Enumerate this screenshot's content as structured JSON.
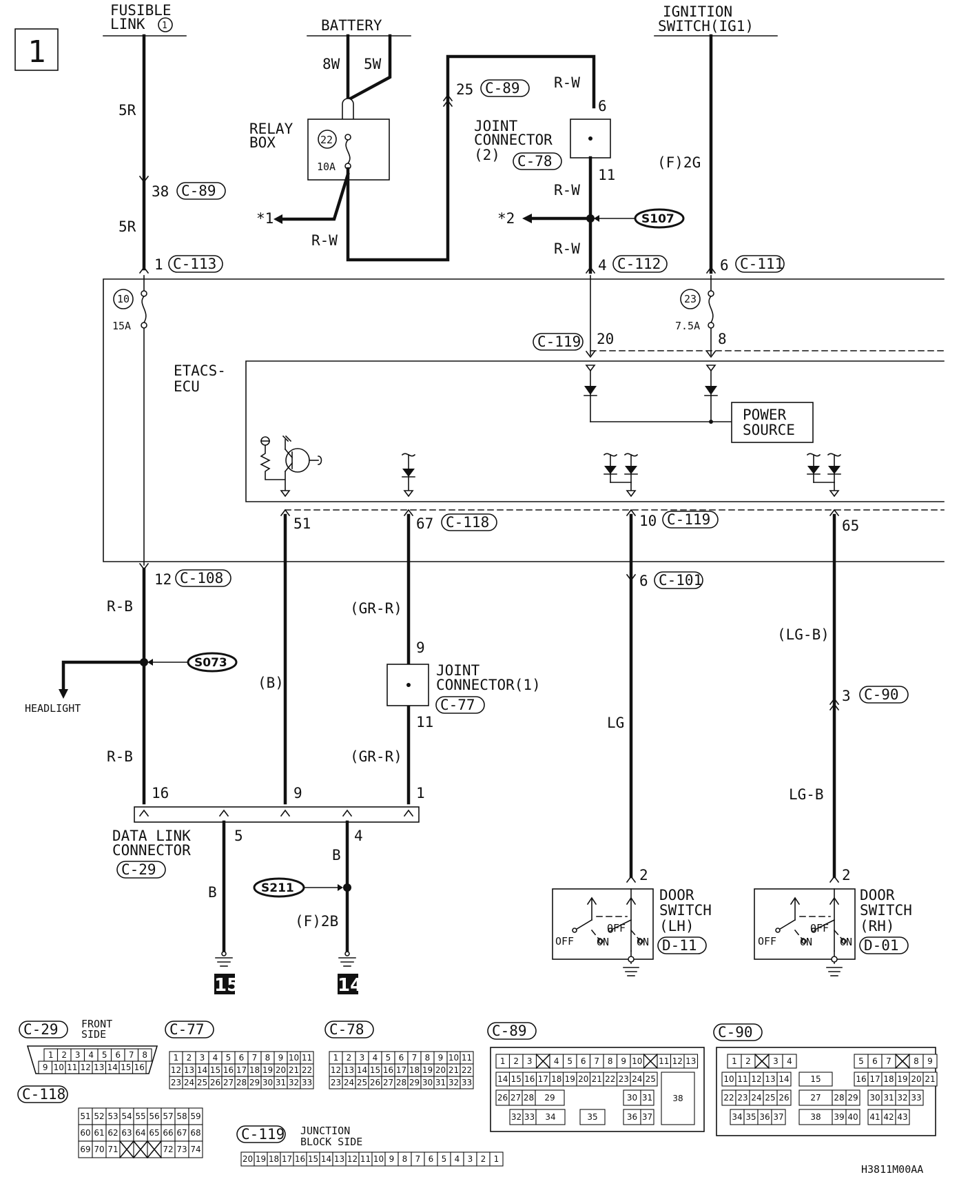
{
  "page_number": "1",
  "footer_code": "H3811M00AA",
  "sources": {
    "fusible_link": [
      "FUSIBLE",
      "LINK",
      "1"
    ],
    "battery": "BATTERY",
    "ignition": [
      "IGNITION",
      "SWITCH(IG1)"
    ]
  },
  "wire_colors": {
    "w8": "8W",
    "w5": "5W",
    "r5_top": "5R",
    "r5_mid": "5R",
    "rw_relay": "R-W",
    "rw_top": "R-W",
    "rw_mid": "R-W",
    "rw_low": "R-W",
    "f2g": "(F)2G",
    "rb_top": "R-B",
    "rb_low": "R-B",
    "b_51": "(B)",
    "grr_top": "(GR-R)",
    "grr_low": "(GR-R)",
    "lg": "LG",
    "lgb_top": "(LG-B)",
    "lgb_low": "LG-B",
    "b_5": "B",
    "b_4": "B",
    "f2b": "(F)2B"
  },
  "components": {
    "relay_box": [
      "RELAY",
      "BOX"
    ],
    "relay_fuse_no": "22",
    "relay_fuse_amp": "10A",
    "joint2": [
      "JOINT",
      "CONNECTOR",
      "(2)"
    ],
    "joint1": [
      "JOINT",
      "CONNECTOR(1)"
    ],
    "etacs": [
      "ETACS-",
      "ECU"
    ],
    "power_source": [
      "POWER",
      "SOURCE"
    ],
    "fuse10_no": "10",
    "fuse10_amp": "15A",
    "fuse23_no": "23",
    "fuse23_amp": "7.5A",
    "data_link": [
      "DATA LINK",
      "CONNECTOR"
    ],
    "door_lh": [
      "DOOR",
      "SWITCH",
      "(LH)"
    ],
    "door_rh": [
      "DOOR",
      "SWITCH",
      "(RH)"
    ],
    "switch_off": "OFF",
    "switch_on": "ON",
    "headlight": "HEADLIGHT",
    "arrow1": "*1",
    "arrow2": "*2"
  },
  "pins": {
    "p38": "38",
    "p1": "1",
    "p25": "25",
    "p6a": "6",
    "p11a": "11",
    "p4": "4",
    "p6b": "6",
    "p20": "20",
    "p8": "8",
    "p51": "51",
    "p67": "67",
    "p10": "10",
    "p65": "65",
    "p12": "12",
    "p6c": "6",
    "p9a": "9",
    "p11b": "11",
    "p3": "3",
    "p16": "16",
    "p9b": "9",
    "p1b": "1",
    "p5": "5",
    "p4b": "4",
    "p2a": "2",
    "p2b": "2"
  },
  "connector_refs": {
    "c89a": "C-89",
    "c113": "C-113",
    "c89b": "C-89",
    "c78": "C-78",
    "c112": "C-112",
    "c111": "C-111",
    "c119a": "C-119",
    "c118": "C-118",
    "c119b": "C-119",
    "c108": "C-108",
    "c101": "C-101",
    "c77": "C-77",
    "c90": "C-90",
    "c29": "C-29",
    "d11": "D-11",
    "d01": "D-01"
  },
  "splices": {
    "s107": "S107",
    "s073": "S073",
    "s211": "S211"
  },
  "grounds": {
    "g15": "15",
    "g14": "14"
  },
  "connector_views": {
    "c29": {
      "id": "C-29",
      "side": [
        "FRONT",
        "SIDE"
      ],
      "rows": [
        [
          "1",
          "2",
          "3",
          "4",
          "5",
          "6",
          "7",
          "8"
        ],
        [
          "9",
          "10",
          "11",
          "12",
          "13",
          "14",
          "15",
          "16"
        ]
      ]
    },
    "c77": {
      "id": "C-77",
      "rows": [
        [
          "1",
          "2",
          "3",
          "4",
          "5",
          "6",
          "7",
          "8",
          "9",
          "10",
          "11"
        ],
        [
          "12",
          "13",
          "14",
          "15",
          "16",
          "17",
          "18",
          "19",
          "20",
          "21",
          "22"
        ],
        [
          "23",
          "24",
          "25",
          "26",
          "27",
          "28",
          "29",
          "30",
          "31",
          "32",
          "33"
        ]
      ]
    },
    "c78": {
      "id": "C-78",
      "rows": [
        [
          "1",
          "2",
          "3",
          "4",
          "5",
          "6",
          "7",
          "8",
          "9",
          "10",
          "11"
        ],
        [
          "12",
          "13",
          "14",
          "15",
          "16",
          "17",
          "18",
          "19",
          "20",
          "21",
          "22"
        ],
        [
          "23",
          "24",
          "25",
          "26",
          "27",
          "28",
          "29",
          "30",
          "31",
          "32",
          "33"
        ]
      ]
    },
    "c89": {
      "id": "C-89",
      "row1": [
        "1",
        "2",
        "3",
        "",
        "4",
        "5",
        "6",
        "7",
        "8",
        "9",
        "10",
        "",
        "11",
        "12",
        "13"
      ],
      "row2": [
        "14",
        "15",
        "16",
        "17",
        "18",
        "19",
        "20",
        "21",
        "22",
        "23",
        "24",
        "25"
      ],
      "row3": [
        "26",
        "27",
        "28",
        "29",
        "30",
        "31"
      ],
      "row4": [
        "32",
        "33",
        "34",
        "35",
        "36",
        "37"
      ],
      "big": "38"
    },
    "c90": {
      "id": "C-90",
      "row1": [
        "1",
        "2",
        "",
        "3",
        "4",
        "5",
        "6",
        "7",
        "",
        "8",
        "9"
      ],
      "row2": [
        "10",
        "11",
        "12",
        "13",
        "14",
        "15",
        "16",
        "17",
        "18",
        "19",
        "20",
        "21"
      ],
      "row3": [
        "22",
        "23",
        "24",
        "25",
        "26",
        "27",
        "28",
        "29",
        "30",
        "31",
        "32",
        "33"
      ],
      "row4": [
        "34",
        "35",
        "36",
        "37",
        "38",
        "39",
        "40",
        "41",
        "42",
        "43"
      ]
    },
    "c118": {
      "id": "C-118",
      "rows": [
        [
          "51",
          "52",
          "53",
          "54",
          "55",
          "56",
          "57",
          "58",
          "59"
        ],
        [
          "60",
          "61",
          "62",
          "63",
          "64",
          "65",
          "66",
          "67",
          "68"
        ],
        [
          "69",
          "70",
          "71",
          "",
          "",
          "",
          "72",
          "73",
          "74"
        ]
      ]
    },
    "c119": {
      "id": "C-119",
      "side": [
        "JUNCTION",
        "BLOCK SIDE"
      ],
      "row": [
        "20",
        "19",
        "18",
        "17",
        "16",
        "15",
        "14",
        "13",
        "12",
        "11",
        "10",
        "9",
        "8",
        "7",
        "6",
        "5",
        "4",
        "3",
        "2",
        "1"
      ]
    }
  }
}
